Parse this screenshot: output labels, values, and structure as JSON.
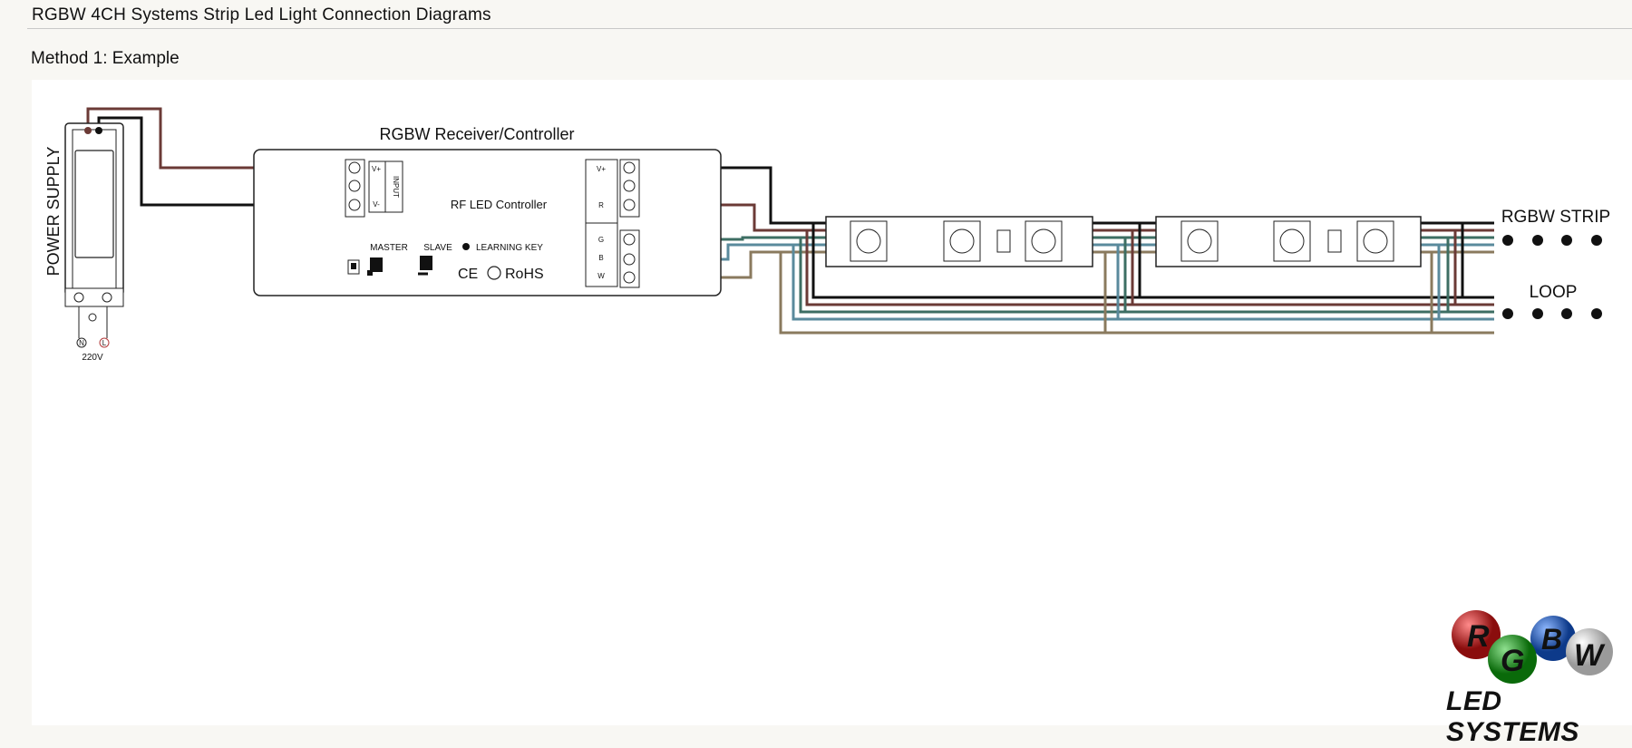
{
  "page": {
    "title": "RGBW 4CH Systems  Strip  Led Light Connection Diagrams",
    "method": "Method 1: Example"
  },
  "diagram": {
    "power_supply": {
      "label": "POWER SUPPLY",
      "voltage": "220V",
      "neutral": "N",
      "live": "L"
    },
    "controller": {
      "title": "RGBW Receiver/Controller",
      "name": "RF LED Controller",
      "input_label": "INPUT",
      "vplus": "V+",
      "vminus": "V-",
      "out_vplus": "V+",
      "out_r": "R",
      "out_g": "G",
      "out_b": "B",
      "out_w": "W",
      "master": "MASTER",
      "slave": "SLAVE",
      "learning_key": "LEARNING KEY",
      "cert": "CE",
      "rohs": "RoHS"
    },
    "strip_label": "RGBW STRIP",
    "loop_label": "LOOP"
  },
  "logo": {
    "letters": [
      "R",
      "G",
      "B",
      "W"
    ],
    "text": "LED SYSTEMS"
  },
  "wire_colors": {
    "vplus": "#111111",
    "red": "#6b3a36",
    "green": "#3d6e63",
    "blue": "#5a8a9c",
    "white": "#8a7a5e"
  }
}
